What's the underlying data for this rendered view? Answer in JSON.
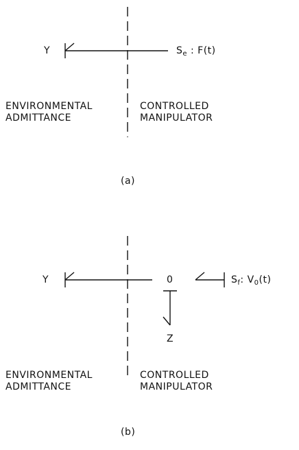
{
  "diagram_a": {
    "left_symbol": "Y",
    "source_symbol": "S",
    "source_subscript": "e",
    "source_value": ": F(t)",
    "left_region": [
      "ENVIRONMENTAL",
      "ADMITTANCE"
    ],
    "right_region": [
      "CONTROLLED",
      "MANIPULATOR"
    ],
    "caption": "(a)"
  },
  "diagram_b": {
    "left_symbol": "Y",
    "junction_label": "0",
    "branch_label": "Z",
    "source_symbol": "S",
    "source_subscript": "f",
    "source_value_prefix": ": V",
    "source_value_subscript": "0",
    "source_value_suffix": "(t)",
    "left_region": [
      "ENVIRONMENTAL",
      "ADMITTANCE"
    ],
    "right_region": [
      "CONTROLLED",
      "MANIPULATOR"
    ],
    "caption": "(b)"
  }
}
